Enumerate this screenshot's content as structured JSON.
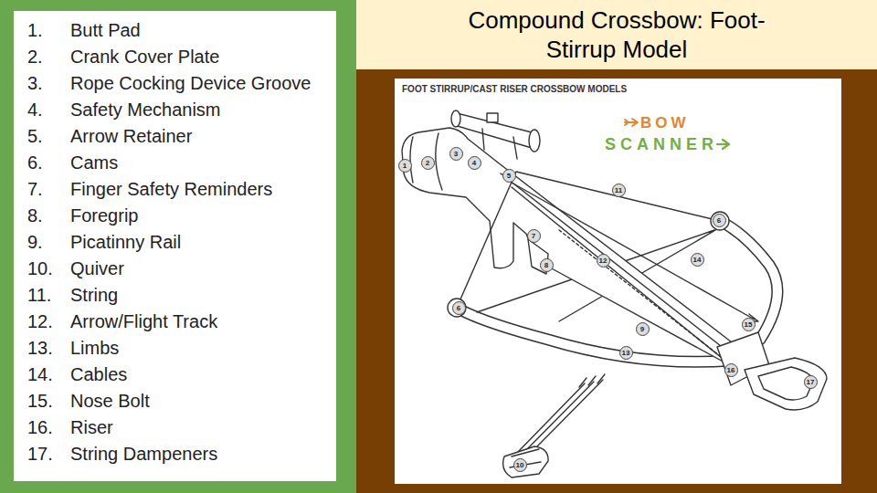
{
  "diagram": {
    "title": "Compound Crossbow: Foot-Stirrup Model",
    "labels": [
      "1.",
      "Butt Pad",
      "2.",
      "Crank Cover Plate",
      "3.",
      "Rope Cocking Device Groove",
      "4.",
      "Safety Mechanism",
      "5.",
      "Arrow Retainer",
      "6.",
      "Cams",
      "7.",
      "Finger Safety Reminders",
      "8.",
      "Foregrip",
      "9.",
      "Picatinny Rail",
      "10.",
      "Quiver",
      "11.",
      "String",
      "12.",
      "Arrow/Flight Track",
      "13.",
      "Limbs",
      "14.",
      "Cables",
      "15.",
      "Nose Bolt",
      "16.",
      "Riser",
      "17.",
      "String Dampeners",
      "FOOT STIRRUP/CAST RISER CROSSBOW MODELS",
      "BOW",
      "SCANNER",
      "1",
      "2",
      "3",
      "4",
      "5",
      "6",
      "11",
      "14",
      "7",
      "8",
      "12",
      "6",
      "9",
      "15",
      "13",
      "16",
      "17",
      "10"
    ]
  }
}
